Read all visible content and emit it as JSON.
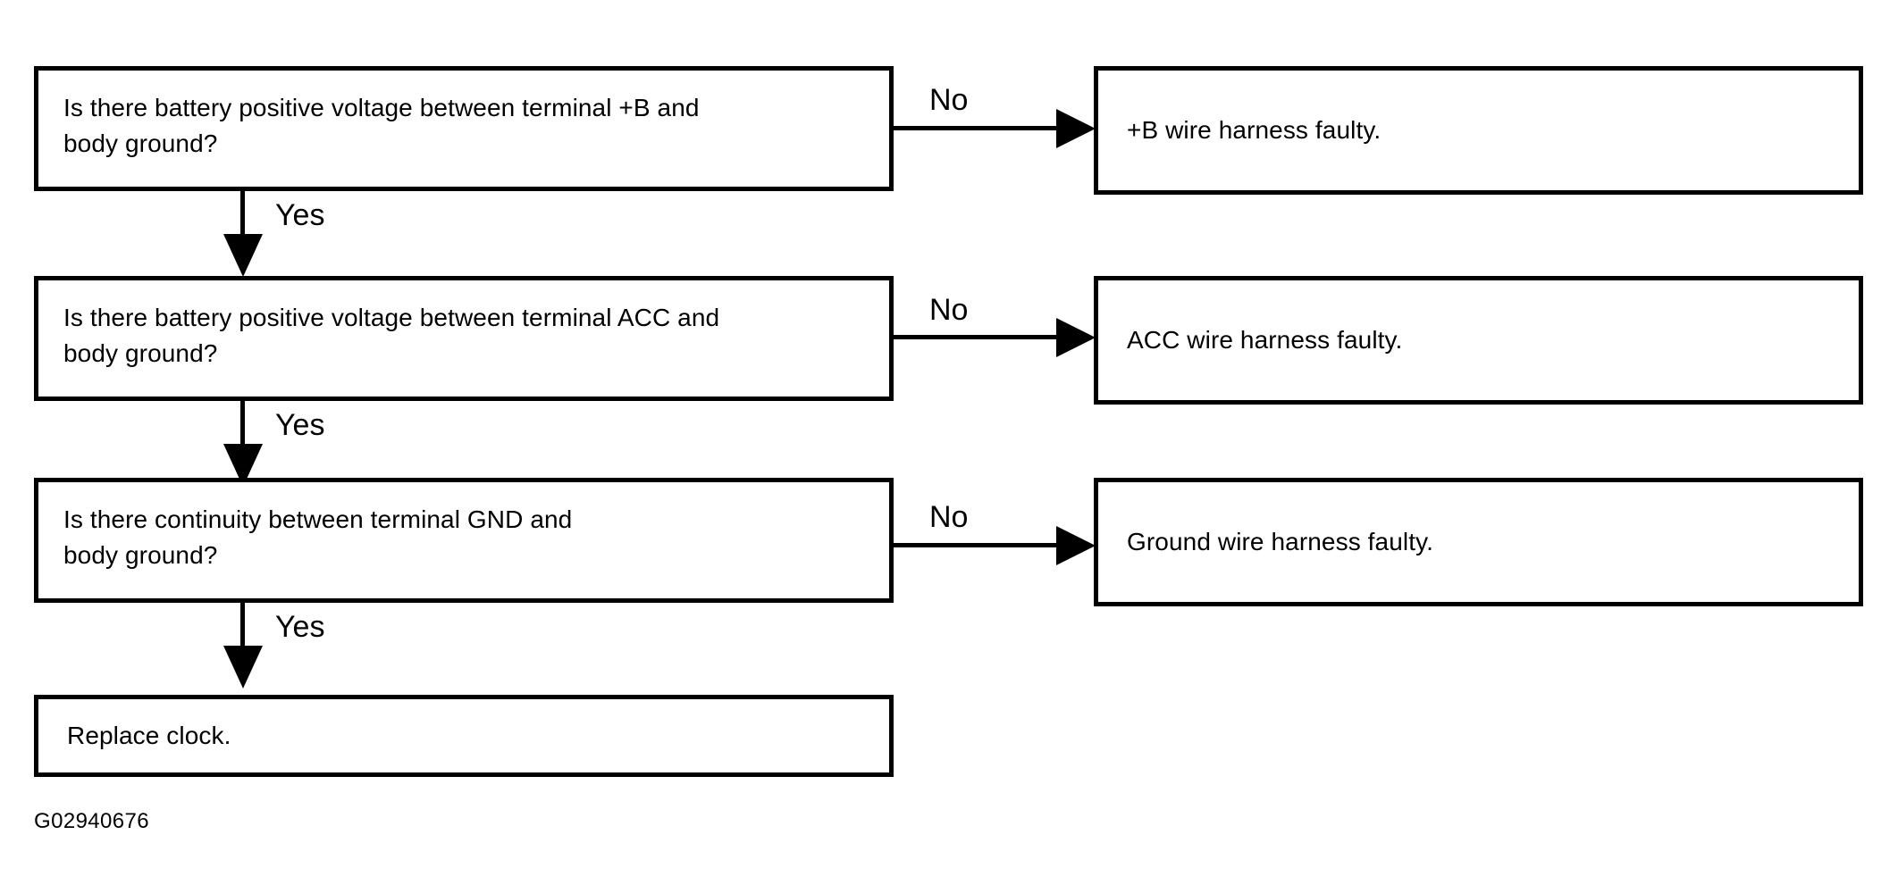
{
  "figure": {
    "id_label": "G02940676",
    "type": "troubleshooting-flowchart",
    "background_color": "#ffffff",
    "line_color": "#000000"
  },
  "nodes": {
    "q1": {
      "text": "Is there battery positive voltage between terminal +B and\nbody ground?",
      "kind": "decision"
    },
    "q2": {
      "text": "Is there battery positive voltage between terminal ACC and\nbody ground?",
      "kind": "decision"
    },
    "q3": {
      "text": "Is there continuity between terminal GND and\nbody ground?",
      "kind": "decision"
    },
    "r1": {
      "text": "+B wire harness faulty.",
      "kind": "result"
    },
    "r2": {
      "text": "ACC wire harness faulty.",
      "kind": "result"
    },
    "r3": {
      "text": "Ground wire harness faulty.",
      "kind": "result"
    },
    "final": {
      "text": "Replace clock.",
      "kind": "result"
    }
  },
  "edges": {
    "no_1": "No",
    "no_2": "No",
    "no_3": "No",
    "yes_1": "Yes",
    "yes_2": "Yes",
    "yes_3": "Yes"
  }
}
